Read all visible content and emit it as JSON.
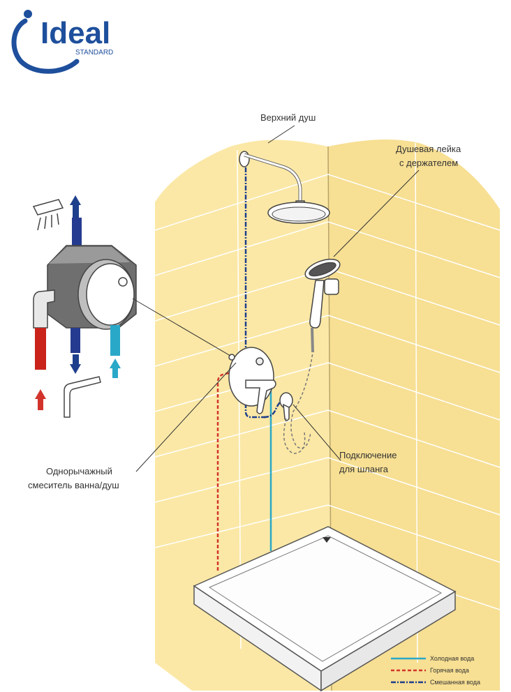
{
  "brand": {
    "name": "Ideal",
    "sub": "STANDARD",
    "color": "#1e4f9c"
  },
  "labels": {
    "overhead_shower": "Верхний душ",
    "hand_shower_line1": "Душевая лейка",
    "hand_shower_line2": "с держателем",
    "mixer_line1": "Однорычажный",
    "mixer_line2": "смеситель ванна/душ",
    "hose_line1": "Подключение",
    "hose_line2": "для шланга"
  },
  "legend": {
    "items": [
      {
        "label": "Холодная вода",
        "color": "#2aa8c8",
        "style": "solid"
      },
      {
        "label": "Горячая вода",
        "color": "#d2342c",
        "style": "dashed"
      },
      {
        "label": "Смешанная вода",
        "color": "#1e3f8c",
        "style": "dash-dot"
      }
    ]
  },
  "colors": {
    "wall": "#fbe8a6",
    "tile_line": "#ffffff",
    "outline": "#555555",
    "hot": "#d2342c",
    "cold": "#2aa8c8",
    "mixed": "#1e3f8c"
  }
}
